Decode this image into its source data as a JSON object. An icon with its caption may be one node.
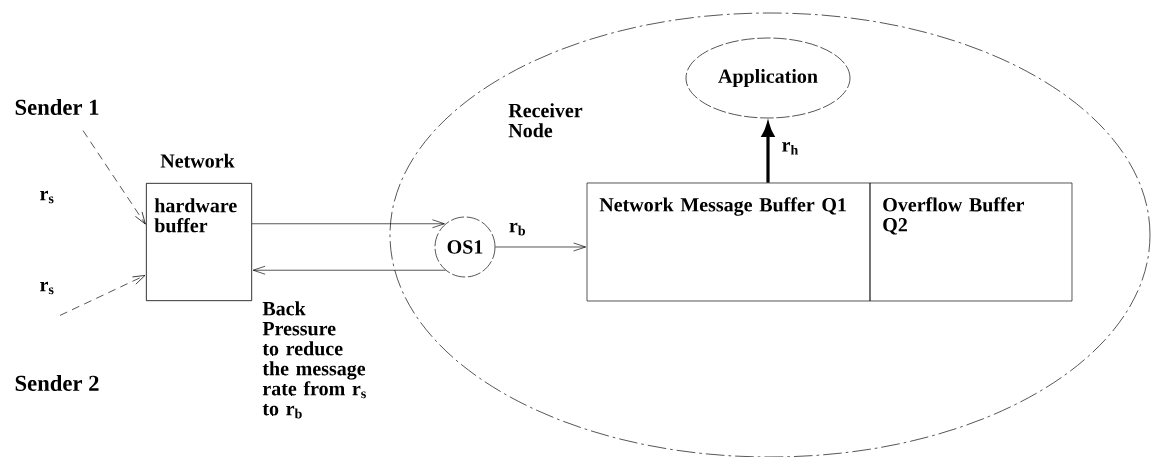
{
  "diagram": {
    "nodes": [
      {
        "text": [
          "Sender 1"
        ]
      },
      {
        "text": [
          "Sender 2"
        ]
      },
      {
        "text": [
          "Network",
          "hardware buffer"
        ]
      },
      {
        "text": [
          "Receiver Node"
        ]
      },
      {
        "text": [
          "OS1"
        ],
        "in": 3
      },
      {
        "text": [
          "Application"
        ],
        "in": 3
      },
      {
        "text": [
          "Network Message Buffer Q1"
        ],
        "in": 3
      },
      {
        "text": [
          "Overflow Buffer Q2"
        ],
        "in": 3
      }
    ],
    "edges": [
      {
        "from": 0,
        "to": 2,
        "arrow": "to",
        "style": "dashed",
        "label": "r$_{s}$"
      },
      {
        "from": 1,
        "to": 2,
        "arrow": "to",
        "style": "dashed",
        "label": "r$_{s}$"
      },
      {
        "from": 2,
        "to": 4,
        "arrow": "to"
      },
      {
        "from": 4,
        "to": 2,
        "arrow": "to",
        "label": "Back Pressure to reduce the message rate from r$_{s}$ to r$_{b}$"
      },
      {
        "from": 4,
        "to": 6,
        "arrow": "to",
        "label": "r$_{b}$"
      },
      {
        "from": 6,
        "to": 5,
        "arrow": "to",
        "style": "thick",
        "label": "r$_{h}$"
      }
    ]
  }
}
